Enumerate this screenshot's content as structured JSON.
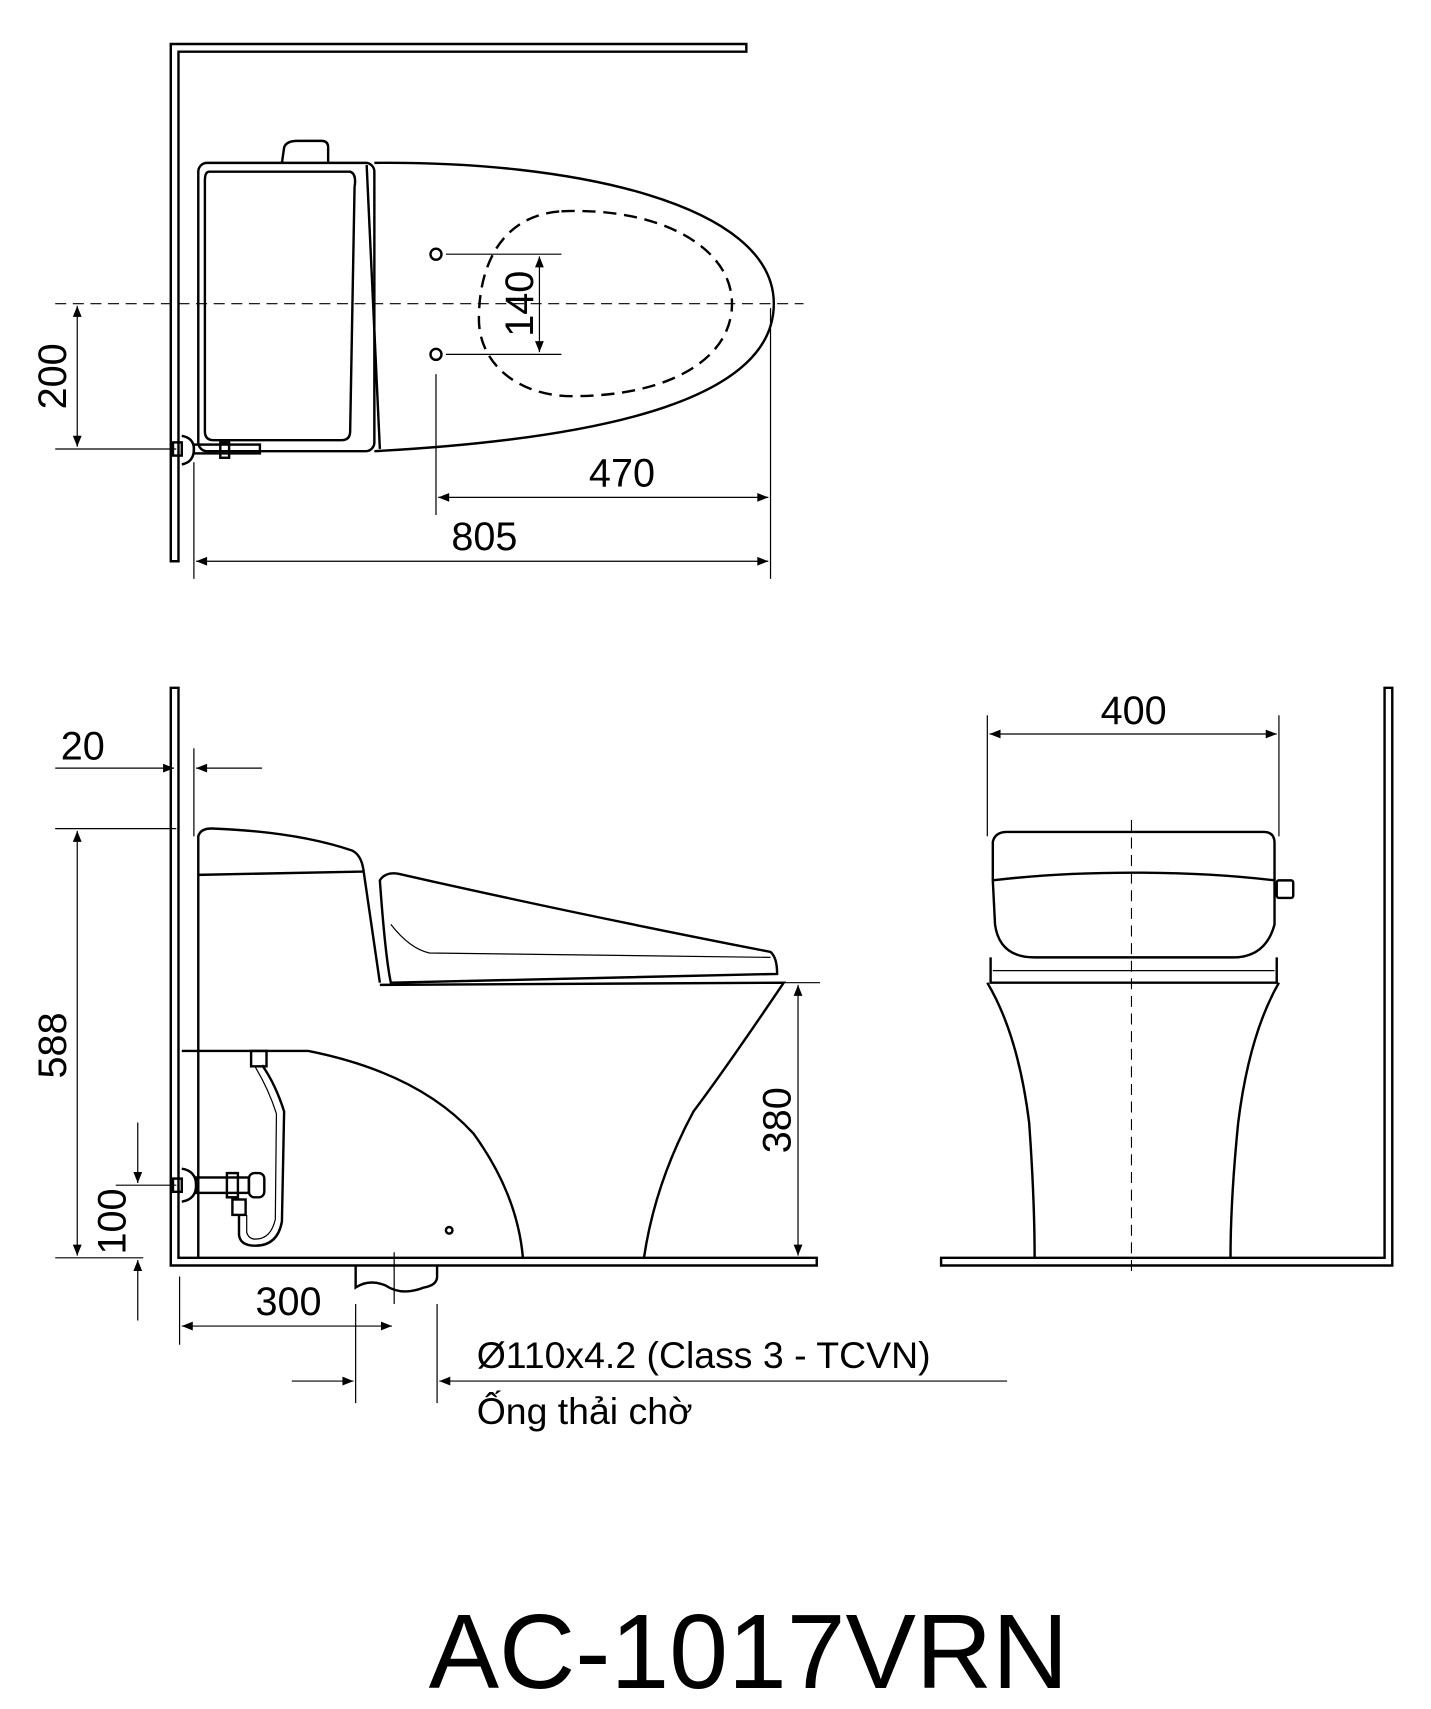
{
  "top_view": {
    "dimensions": {
      "seat_bolt_spacing": "140",
      "wall_to_centerline": "200",
      "bolt_to_front": "470",
      "total_length": "805"
    }
  },
  "side_view": {
    "dimensions": {
      "wall_gap": "20",
      "total_height": "588",
      "seat_height": "380",
      "water_inlet_height": "100",
      "drain_distance": "300"
    },
    "drain_pipe_spec": "Ø110x4.2 (Class 3 - TCVN)",
    "drain_pipe_label": "Ống thải chờ"
  },
  "front_view": {
    "dimensions": {
      "width": "400"
    }
  },
  "model_name": "AC-1017VRN",
  "colors": {
    "line": "#000000",
    "background": "#ffffff"
  }
}
